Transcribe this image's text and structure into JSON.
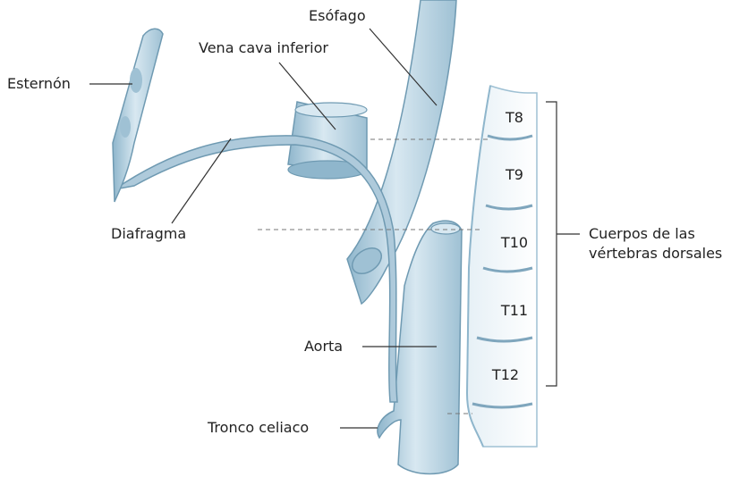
{
  "labels": {
    "esternon": "Esternón",
    "vena_cava": "Vena cava inferior",
    "esofago": "Esófago",
    "diafragma": "Diafragma",
    "aorta": "Aorta",
    "tronco": "Tronco celiaco",
    "cuerpos_line1": "Cuerpos de las",
    "cuerpos_line2": "vértebras dorsales"
  },
  "vertebrae": [
    "T8",
    "T9",
    "T10",
    "T11",
    "T12"
  ],
  "colors": {
    "structure_fill": "#bcd6e4",
    "structure_edge": "#6f9ab2",
    "leader_line": "#333333",
    "dashed_line": "#777777"
  }
}
